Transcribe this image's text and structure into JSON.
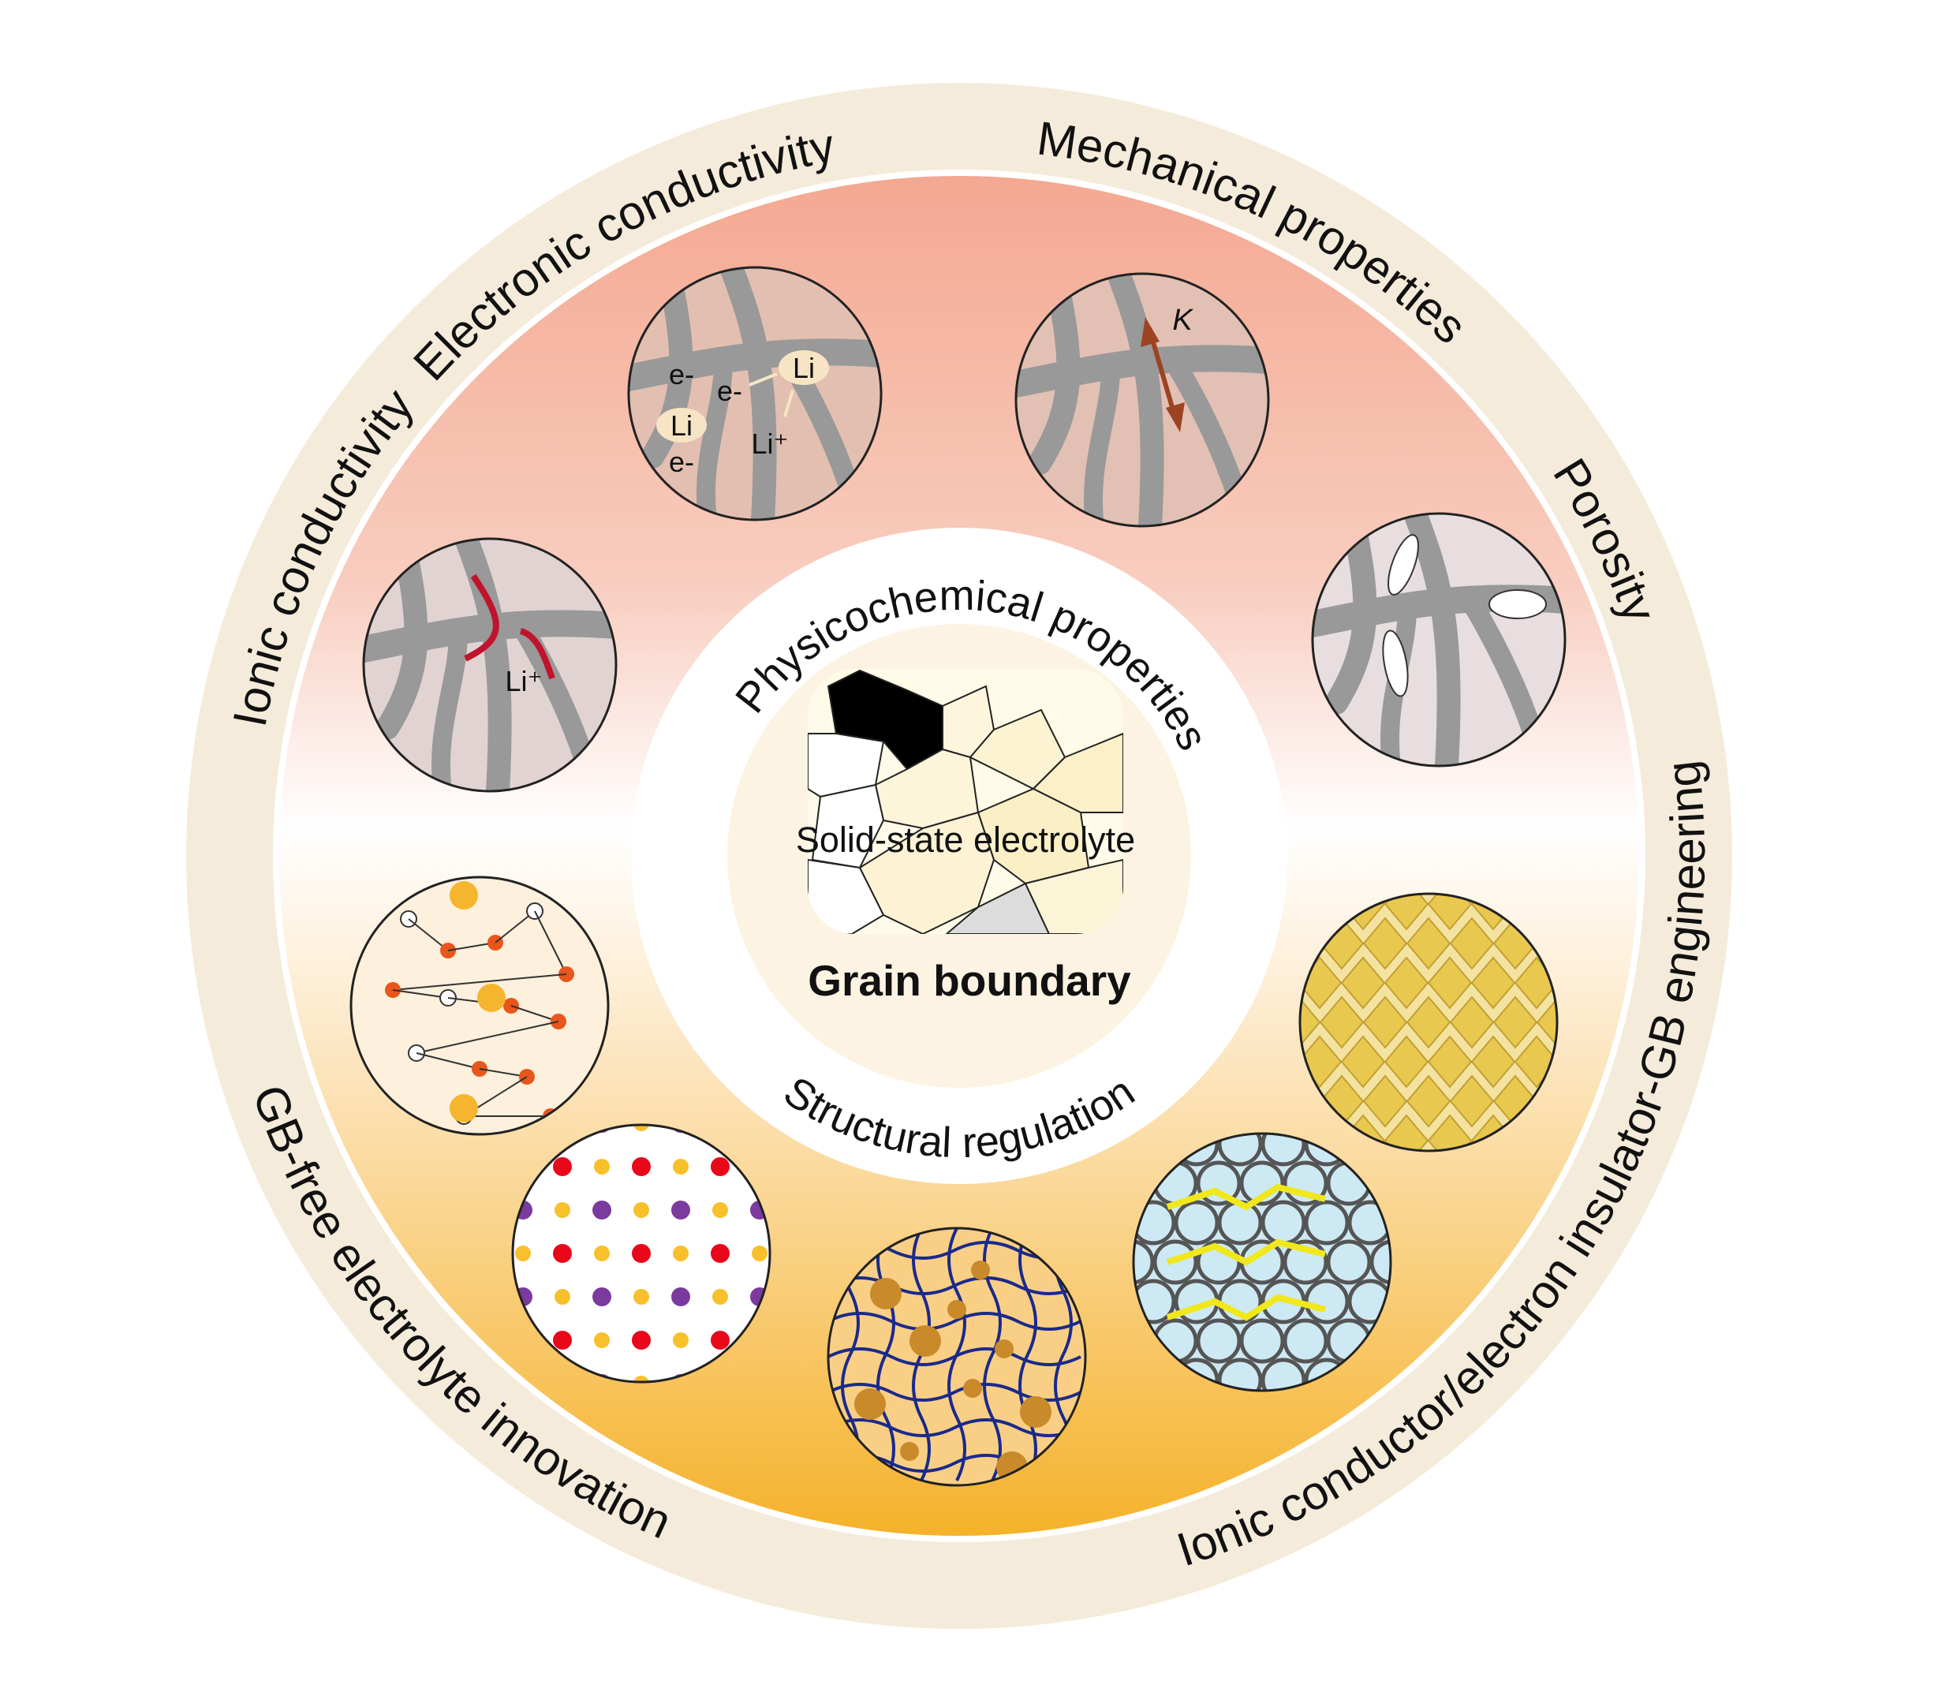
{
  "outer_ring": {
    "labels": {
      "electronic": "Electronic conductivity",
      "mechanical": "Mechanical properties",
      "ionic": "Ionic conductivity",
      "porosity": "Porosity",
      "gb_free": "GB-free electrolyte innovation",
      "engineering": "Ionic conductor/electron insulator-GB engineering"
    }
  },
  "inner_ring": {
    "top": "Physicochemical properties",
    "bottom": "Structural regulation"
  },
  "center": {
    "material": "Solid-state electrolyte",
    "title": "Grain boundary"
  },
  "circles": {
    "electronic": {
      "e1": "e-",
      "e2": "e-",
      "e3": "e-",
      "li1": "Li",
      "li2": "Li",
      "li_ion": "Li⁺"
    },
    "mechanical": {
      "k": "K"
    },
    "ionic": {
      "li_ion": "Li⁺"
    }
  },
  "colors": {
    "ring": "#f5ebdb",
    "top": "#f4ab93",
    "mid": "#ffffff",
    "bottom": "#f6b52e",
    "branch": "#9a9a9a",
    "arrow_red": "#c0142c",
    "arrow_brown": "#9c4422"
  }
}
